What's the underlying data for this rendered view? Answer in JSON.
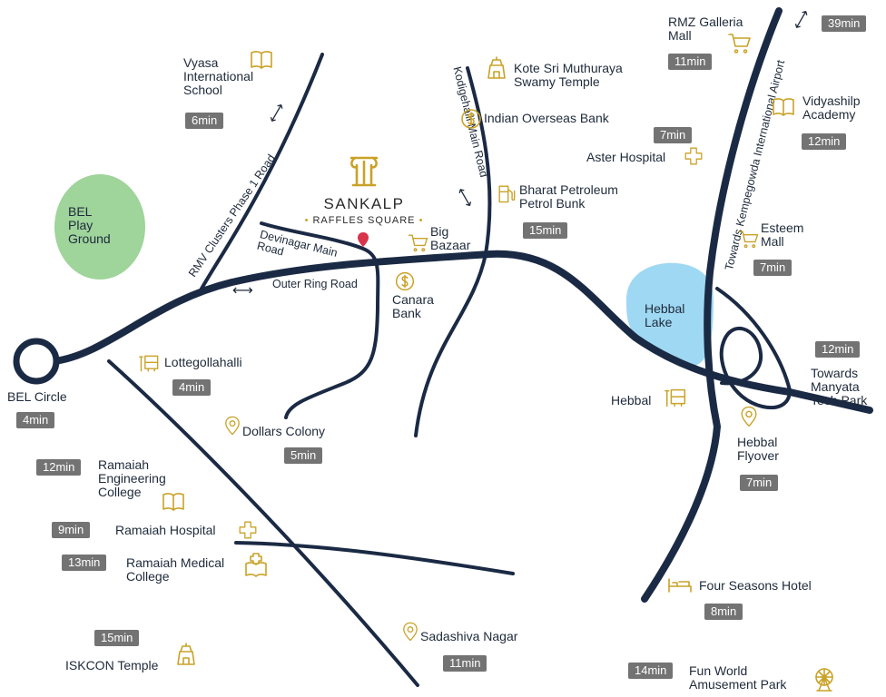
{
  "brand": {
    "name": "SANKALP",
    "sub": "RAFFLES SQUARE",
    "colors": {
      "gold": "#c9a227",
      "pin": "#d8344a",
      "road": "#1b2a44",
      "badge": "#737373"
    }
  },
  "areas": {
    "bel_play_ground": "BEL\nPlay\nGround",
    "hebbal_lake": "Hebbal\nLake"
  },
  "roads": {
    "rmv": "RMV Clusters Phase 1 Road",
    "devinagar": "Devinagar Main\nRoad",
    "outer_ring": "Outer Ring Road",
    "kodigehalli": "Kodigehalli Main Road",
    "airport": "Towards Kempegowda International Airport"
  },
  "places": {
    "vyasa": {
      "name": "Vyasa\nInternational\nSchool",
      "time": "6min",
      "icon": "book-icon"
    },
    "kote": {
      "name": "Kote Sri Muthuraya\nSwamy Temple",
      "icon": "temple-icon"
    },
    "iob": {
      "name": "Indian Overseas Bank",
      "icon": "bank-icon"
    },
    "rmz": {
      "name": "RMZ Galleria\nMall",
      "time": "11min",
      "icon": "cart-icon"
    },
    "airport_time": "39min",
    "vidyashilp": {
      "name": "Vidyashilp\nAcademy",
      "time": "12min",
      "icon": "book-icon"
    },
    "aster": {
      "name": "Aster Hospital",
      "time": "7min",
      "icon": "hospital-cross-icon"
    },
    "bharat": {
      "name": "Bharat Petroleum\nPetrol Bunk",
      "time": "15min",
      "icon": "fuel-icon"
    },
    "big_bazaar": {
      "name": "Big\nBazaar",
      "icon": "cart-icon"
    },
    "esteem": {
      "name": "Esteem\nMall",
      "time": "7min",
      "icon": "cart-icon"
    },
    "canara": {
      "name": "Canara\nBank",
      "icon": "bank-icon"
    },
    "manyata": {
      "name": "Towards\nManyata\nTech Park",
      "time": "12min"
    },
    "hebbal": {
      "name": "Hebbal",
      "icon": "bus-icon"
    },
    "hebbal_flyover": {
      "name": "Hebbal\nFlyover",
      "time": "7min",
      "icon": "location-pin-icon"
    },
    "bel_circle": {
      "name": "BEL Circle",
      "time": "4min"
    },
    "lottegollahalli": {
      "name": "Lottegollahalli",
      "time": "4min",
      "icon": "bus-icon"
    },
    "dollars": {
      "name": "Dollars Colony",
      "time": "5min",
      "icon": "location-pin-icon"
    },
    "ramaiah_eng": {
      "name": "Ramaiah\nEngineering\nCollege",
      "time": "12min",
      "icon": "book-icon"
    },
    "ramaiah_hosp": {
      "name": "Ramaiah Hospital",
      "time": "9min",
      "icon": "hospital-cross-icon"
    },
    "ramaiah_med": {
      "name": "Ramaiah Medical\nCollege",
      "time": "13min",
      "icon": "medical-book-icon"
    },
    "iskcon": {
      "name": "ISKCON Temple",
      "time": "15min",
      "icon": "temple-icon"
    },
    "sadashiva": {
      "name": "Sadashiva Nagar",
      "time": "11min",
      "icon": "location-pin-icon"
    },
    "four_seasons": {
      "name": "Four Seasons Hotel",
      "time": "8min",
      "icon": "bed-icon"
    },
    "fun_world": {
      "name": "Fun World\nAmusement Park",
      "time": "14min",
      "icon": "ferris-wheel-icon"
    }
  }
}
